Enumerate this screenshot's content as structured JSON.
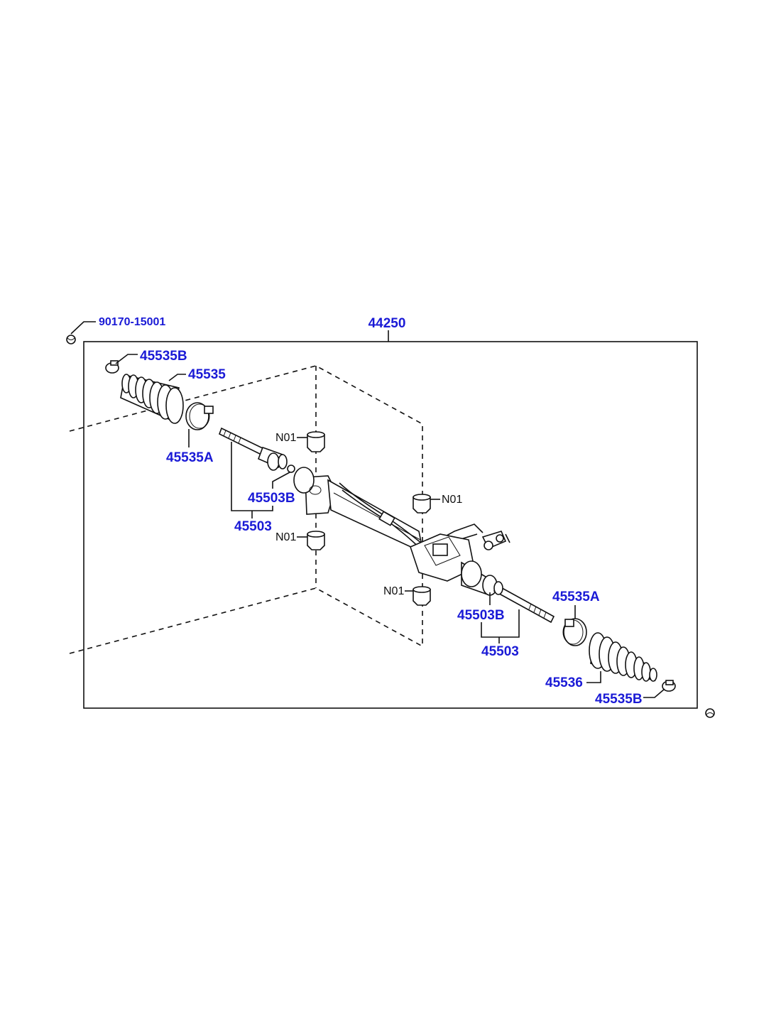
{
  "labels": {
    "assembly": "44250",
    "bolt": "90170-15001",
    "clamp_b_left": "45535B",
    "boot_left": "45535",
    "clamp_a_left": "45535A",
    "bushing_b_left": "45503B",
    "tie_rod_left": "45503",
    "bushing_b_right": "45503B",
    "tie_rod_right": "45503",
    "clamp_a_right": "45535A",
    "boot_right": "45536",
    "clamp_b_right": "45535B",
    "n01_a": "N01",
    "n01_b": "N01",
    "n01_c": "N01",
    "n01_d": "N01"
  },
  "colors": {
    "label": "#1a1ad6",
    "line": "#111111",
    "background": "#ffffff"
  }
}
